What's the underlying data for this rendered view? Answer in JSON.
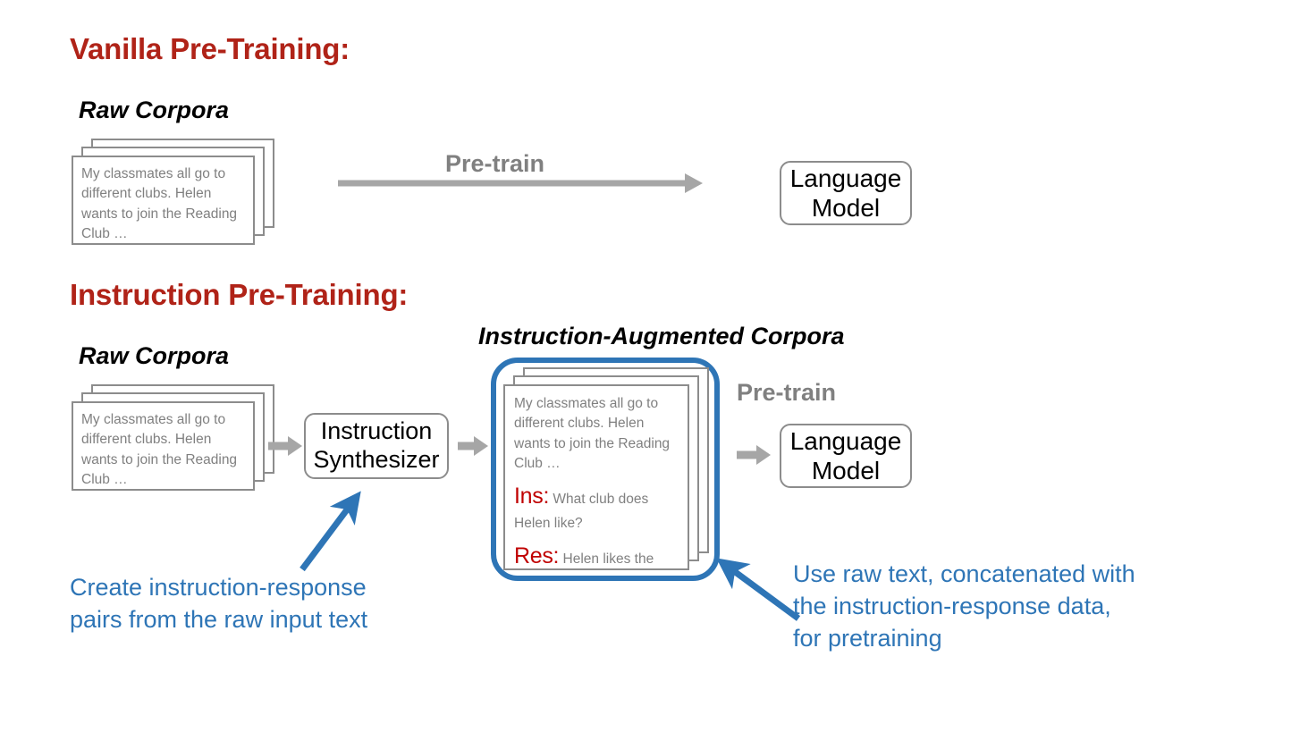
{
  "colors": {
    "heading_red": "#b02318",
    "tag_red": "#c00000",
    "arrow_gray": "#a6a6a6",
    "card_border_gray": "#8c8c8c",
    "card_text_gray": "#808080",
    "accent_blue": "#2e75b6"
  },
  "vanilla": {
    "title": "Vanilla Pre-Training:",
    "corpora_label": "Raw Corpora",
    "raw_card_text": "My classmates all go to different clubs. Helen wants to join the Reading Club …",
    "pretrain_label": "Pre-train",
    "model_line1": "Language",
    "model_line2": "Model"
  },
  "instruction": {
    "title": "Instruction Pre-Training:",
    "corpora_label": "Raw Corpora",
    "raw_card_text": "My classmates all go to different clubs. Helen wants to join the Reading Club …",
    "synthesizer_line1": "Instruction",
    "synthesizer_line2": "Synthesizer",
    "augmented_label": "Instruction-Augmented Corpora",
    "augmented_card": {
      "raw_text": "My classmates all go to different clubs. Helen wants to join the Reading Club …",
      "ins_tag": "Ins:",
      "ins_text": "What club does Helen like?",
      "res_tag": "Res:",
      "res_text": "Helen likes the reading club."
    },
    "pretrain_label": "Pre-train",
    "model_line1": "Language",
    "model_line2": "Model"
  },
  "callouts": {
    "left_line1": "Create instruction-response",
    "left_line2": "pairs from the raw input text",
    "right_line1": "Use raw text, concatenated with",
    "right_line2": "the instruction-response data,",
    "right_line3": "for pretraining"
  }
}
